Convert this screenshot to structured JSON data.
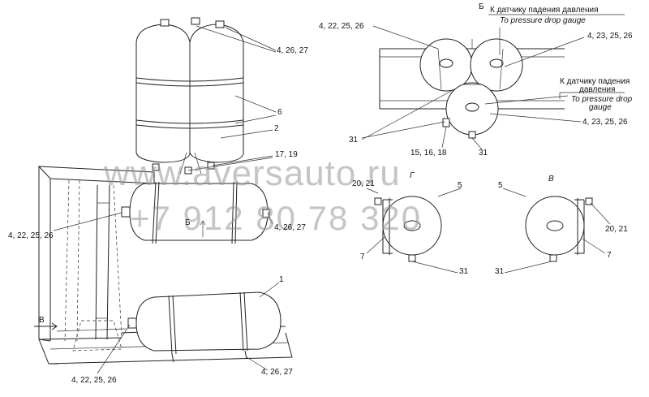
{
  "watermark": {
    "site": "www.aversauto.ru",
    "phone": "+7 912 80 78 320"
  },
  "view_labels": {
    "b_view": "Б",
    "b_arrow": "Б",
    "v_arrow": "В",
    "g_view": "Г",
    "v_view": "В"
  },
  "callouts": {
    "top_caps": "4, 26, 27",
    "bands": "6",
    "strap": "2",
    "fittings": "17, 19",
    "left_valve": "4, 22, 25, 26",
    "mid_right": "4, 26, 27",
    "lower_tank": "1",
    "bottom_left": "4, 22, 25, 26",
    "bottom_right": "4, 26, 27",
    "b_top_left": "4, 22, 25, 26",
    "b_right_top": "4, 23, 25, 26",
    "b_right_bottom": "4, 23, 25, 26",
    "b_left_31": "31",
    "b_drain": "15, 16, 18",
    "b_bottom_31": "31",
    "g_20_21": "20, 21",
    "g_5": "5",
    "g_7": "7",
    "g_31": "31",
    "v_5": "5",
    "v_20_21": "20, 21",
    "v_7": "7",
    "v_31": "31"
  },
  "annotations": {
    "sensor_ru_1": "К датчику падения давления",
    "sensor_en_1": "To pressure drop gauge",
    "sensor_ru_2": "К датчику падения",
    "sensor_ru_2b": "давления",
    "sensor_en_2": "To pressure drop",
    "sensor_en_2b": "gauge"
  }
}
